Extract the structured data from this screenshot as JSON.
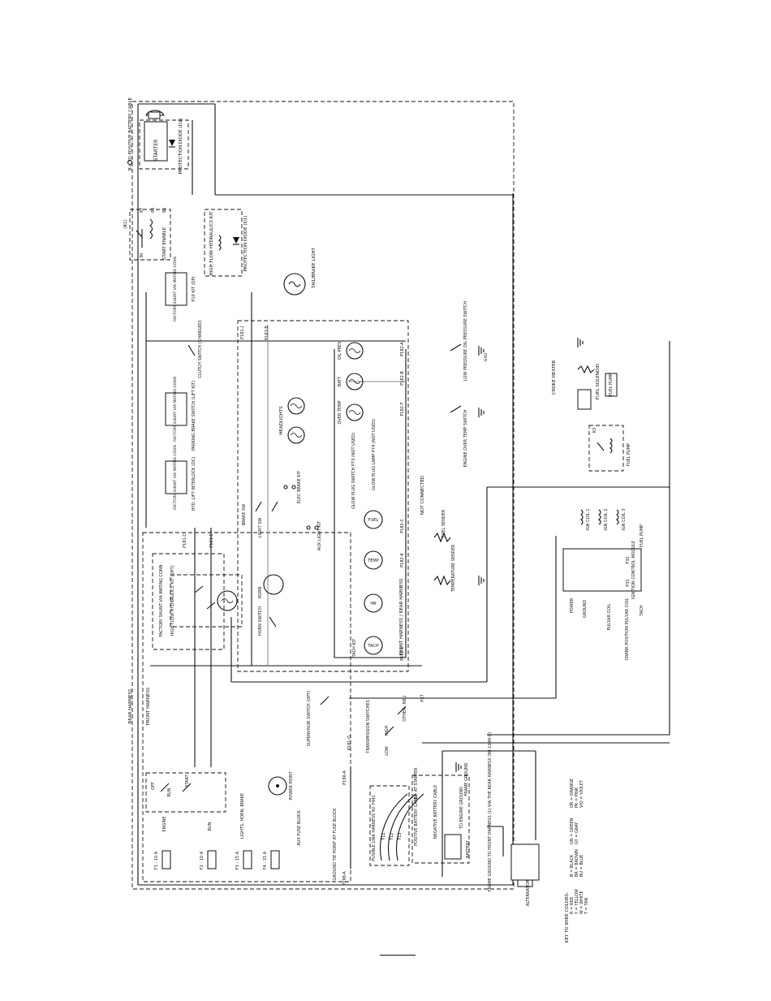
{
  "title": "",
  "harness": {
    "rear": "REAR HARNESS",
    "front": "FRONT HARNESS",
    "front_rear": "FRONT HARNESS / REAR HARNESS"
  },
  "top": {
    "battery_cable": "B+ TO POSITIVE BATTERY CABLE",
    "starter": "STARTER",
    "protection_diode_d2": "PROTECTION DIODE (D2)",
    "start_enable": "START ENABLE",
    "k1": "(K1)",
    "r86": "86",
    "r85": "85",
    "r87": "87",
    "r30": "30",
    "high_flow_kit": "HIGH FLOW HYDRAULICS KIT",
    "protection_diode_d1": "PROTECTION DIODE (D1)",
    "factory_shunt_p10": "FACTORY SHUNT VIA MATING CONN",
    "p10": "P10 KIT (DP)",
    "clutch_switch": "CLUTCH SWITCH (CHARGED)",
    "factory_shunt_pb": "FACTORY SHUNT VIA MATING CONN",
    "parking_brake": "PARKING BRAKE SWITCH (LIFT KIT)",
    "factory_shunt_hyd": "FACTORY SHUNT VIA MATING CONN",
    "hyd_lift": "HYD. LIFT INTERLOCK (DC)",
    "tail_brake": "TAIL/BRAKE LIGHT"
  },
  "center": {
    "p181c": "P181-C",
    "p181e": "P181-E",
    "p181j": "P181-J",
    "p181b": "P181-B",
    "p181d": "P181-D",
    "p182a": "P182-A",
    "p182b": "P182-B",
    "p182f": "P182-F",
    "p182c": "P182-C",
    "p182k": "P182-K",
    "p182e": "P182-E",
    "oil_pres": "OIL PRES",
    "batt": "BATT",
    "over_temp": "OVER TEMP",
    "headlights": "HEADLIGHTS",
    "glow_plug_switch": "GLOW PLUG SWITCH P73 (NOT USED)",
    "glow_plug_lamp": "GLOW PLUG LAMP P74 (NOT USED)",
    "not_connected": "NOT CONNECTED",
    "low_oil": "LOW PRESSURE OIL PRESSURE SWITCH",
    "engine_overtemp": "ENGINE OVER TEMP SWITCH",
    "fuel_gauge": "FUEL",
    "fuel_sender": "FUEL SENDER",
    "temp_gauge": "TEMP",
    "temp_sender": "TEMPERATURE SENDER",
    "hour": "HR",
    "tach_kit": "TACH KIT",
    "tach": "TACH",
    "brake_sw": "BRAKE SW",
    "light_sw": "LIGHT SW",
    "elec_brake_kit": "ELEC BRAKE KIT",
    "aux_light_kit": "AUX LIGHT KIT",
    "horn": "HORN",
    "horn_switch": "HORN SWITCH",
    "factory_shunt_opt": "FACTORY SHUNT VIA MATING CONN",
    "high_flow_opt": "HIGH FLOW HYDRAULICS KIT (OPT)",
    "gnd": "GND"
  },
  "right": {
    "choke_heater": "CHOKE HEATER",
    "fuel_solenoid": "FUEL SOLENOID",
    "fuel_pump": "FUEL PUMP",
    "k3": "K3",
    "ign_coil_1": "IGN COIL 1",
    "ign_coil_2": "IGN COIL 2",
    "ign_coil_3": "IGN COIL 3",
    "fuel_pump_lbl": "FUEL PUMP",
    "ign_module": "IGNITION CONTROL MODULE",
    "p31": "P31",
    "p32": "P32",
    "power": "POWER",
    "ground": "GROUND",
    "pulsar_coil": "PULSAR COIL",
    "crank_position": "CRANK POSITION  PULSAR COIL",
    "tach_r": "TACH"
  },
  "lower": {
    "off": "OFF",
    "run": "RUN",
    "start": "START",
    "supervisor": "SUPERVISOR SWITCH (OPT)",
    "transmission_switches": "TRANSMISSION SWITCHES",
    "low": "LOW",
    "high": "HIGH",
    "other": "OTHER",
    "neu": "NEU",
    "power_point": "POWER POINT",
    "f1": "F1 - 10 A",
    "engine": "ENGINE",
    "f2": "F2 - 10 A",
    "run_f": "RUN",
    "f3": "F3 - 15 A",
    "lights": "LIGHTS, HORN, BRAKE",
    "f4": "F4 - 15 A",
    "aux_fuse": "AUX FUSE BLOCK",
    "ground_tie": "GROUND TIE POINT AT FUSE BLOCK",
    "p199a": "P199-A",
    "p190a": "P190-A",
    "p181d2": "P181-D",
    "p27": "P27",
    "fusible_link": "FUSIBLE LINK HARNESS 92-7441",
    "fl1": "FL1",
    "fl2": "FL2",
    "fl3": "FL3",
    "pos_cable": "POSITIVE BATTERY CABLE",
    "b_starter": "B+ AT STARTER",
    "neg_cable": "NEGATIVE BATTERY CABLE",
    "engine_ground": "TO ENGINE GROUND",
    "frame_ground": "FRAME GROUND",
    "battery": "BATTERY",
    "frame_ground_note": "FRAME GROUND TO FRONT HARNESS (1) VIA THE REAR HARNESS (90-1399-C)",
    "alternator": "ALTERNATOR"
  },
  "key": {
    "title": "KEY TO WIRE COLORS:",
    "col1": [
      "R = RED",
      "Y = YELLOW",
      "W = WHITE",
      "T = TAN"
    ],
    "col2": [
      "B = BLACK",
      "BR = BROWN",
      "BU = BLUE"
    ],
    "col3": [
      "GN = GREEN",
      "GY = GRAY"
    ],
    "col4": [
      "OR = ORANGE",
      "PK = PINK",
      "VIO = VIOLET"
    ]
  }
}
